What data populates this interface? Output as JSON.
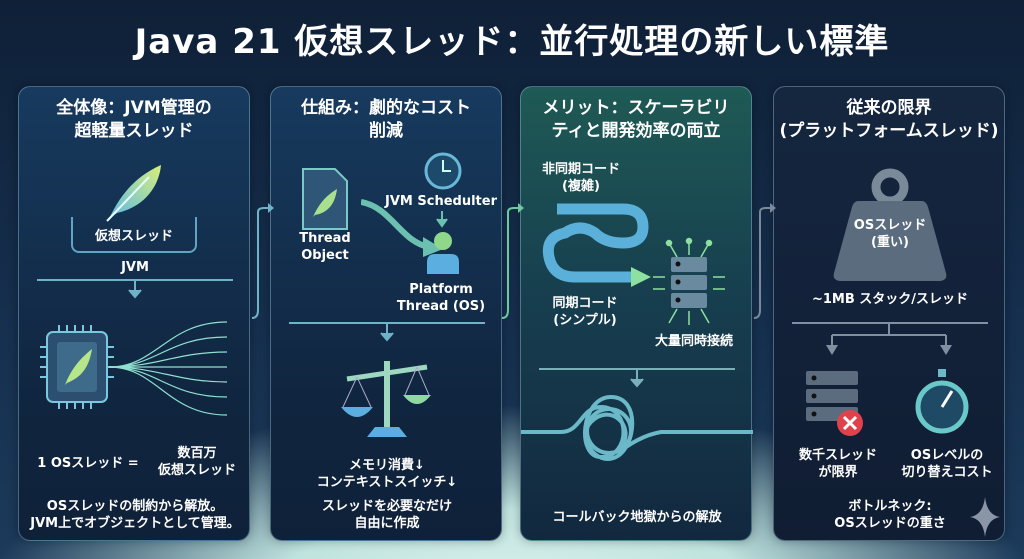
{
  "title": "Java 21 仮想スレッド：並行処理の新しい標準",
  "panels": [
    {
      "heading": [
        "全体像：JVM管理の",
        "超軽量スレッド"
      ],
      "vt_label": "仮想スレッド",
      "jvm_label": "JVM",
      "eq_left": "1 OSスレッド =",
      "eq_right": [
        "数百万",
        "仮想スレッド"
      ],
      "footer": [
        "OSスレッドの制約から解放。",
        "JVM上でオブジェクトとして管理。"
      ]
    },
    {
      "heading": [
        "仕組み：劇的なコスト",
        "削減"
      ],
      "thread_object": [
        "Thread",
        "Object"
      ],
      "scheduler": "JVM Schedulter",
      "platform": [
        "Platform",
        "Thread (OS)"
      ],
      "balance": [
        "メモリ消費↓",
        "コンテキストスイッチ↓"
      ],
      "footer": [
        "スレッドを必要なだけ",
        "自由に作成"
      ]
    },
    {
      "heading": [
        "メリット：スケーラビリ",
        "ティと開発効率の両立"
      ],
      "async": [
        "非同期コード",
        "(複雑)"
      ],
      "sync": [
        "同期コード",
        "(シンプル)"
      ],
      "connections": "大量同時接続",
      "footer": "コールバック地獄からの解放"
    },
    {
      "heading": [
        "従来の限界",
        "(プラットフォームスレッド)"
      ],
      "weight": [
        "OSスレッド",
        "(重い)"
      ],
      "stack": "~1MB スタック/スレッド",
      "limit": [
        "数千スレッド",
        "が限界"
      ],
      "switch": [
        "OSレベルの",
        "切り替えコスト"
      ],
      "footer": [
        "ボトルネック:",
        "OSスレッドの重さ"
      ]
    }
  ]
}
